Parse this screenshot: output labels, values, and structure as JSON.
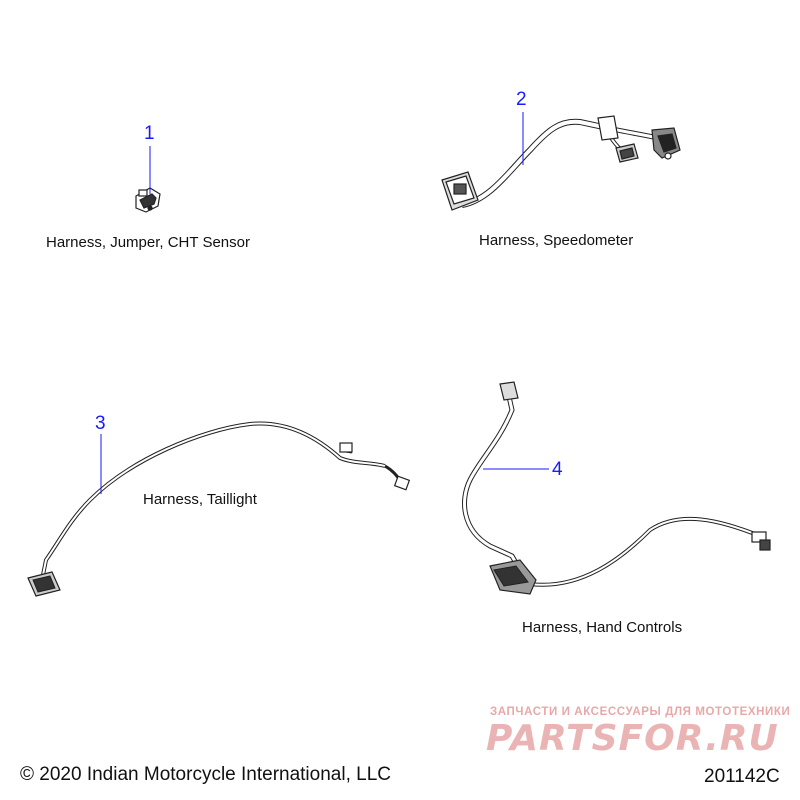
{
  "diagram": {
    "parts": [
      {
        "number": "1",
        "label": "Harness, Jumper, CHT Sensor"
      },
      {
        "number": "2",
        "label": "Harness, Speedometer"
      },
      {
        "number": "3",
        "label": "Harness, Taillight"
      },
      {
        "number": "4",
        "label": "Harness, Hand Controls"
      }
    ]
  },
  "footer": {
    "copyright": "© 2020 Indian Motorcycle International, LLC",
    "figure_id": "201142C"
  },
  "watermark": {
    "tagline": "ЗАПЧАСТИ И АКСЕССУАРЫ ДЛЯ МОТОТЕХНИКИ",
    "logo_text": "PARTSFOR.RU"
  },
  "colors": {
    "callout_blue": "#1a1aff",
    "line_art": "#222222",
    "watermark_red": "#e8a8a8"
  }
}
